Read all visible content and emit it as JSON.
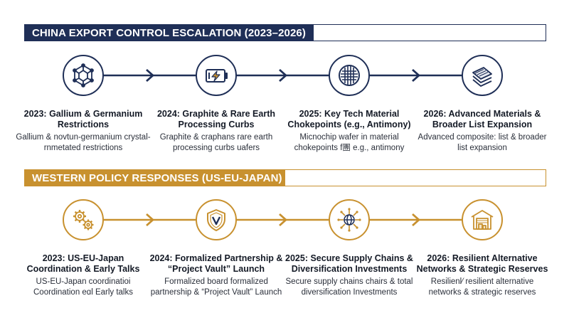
{
  "china": {
    "banner": "CHINA EXPORT CONTROL ESCALATION (2023–2026)",
    "steps": [
      {
        "title": "2023: Gallium & Germanium Restrictions",
        "desc": "Gallium & novtun-germanium crystal-rnmetated restrictions",
        "icon": "crystal-lattice-icon"
      },
      {
        "title": "2024: Graphite & Rare Earth Processing Curbs",
        "desc": "Graphite & craphans rare earth processing curbs uafers",
        "icon": "battery-icon"
      },
      {
        "title": "2025: Key Tech Material Chokepoints (e.g., Antimony)",
        "desc": "Micnochip wafer in material chokepoints f團 e.g., antimony",
        "icon": "microchip-wafer-icon"
      },
      {
        "title": "2026: Advanced Materials & Broader List Expansion",
        "desc": "Advanced composite: list & broader list expansion",
        "icon": "layered-sheets-icon"
      }
    ]
  },
  "west": {
    "banner": "WESTERN POLICY RESPONSES (US-EU-JAPAN)",
    "steps": [
      {
        "title": "2023: US-EU-Japan Coordination & Early Talks",
        "desc": "US-EU-Japan coordinatioi Coordination eɑl Early talks",
        "icon": "gears-icon"
      },
      {
        "title": "2024: Formalized Partnership & “Project Vault” Launch",
        "desc": "Formalized board formalized partnership & “Project Vault” Launch",
        "icon": "shield-icon"
      },
      {
        "title": "2025: Secure Supply Chains & Diversification Investments",
        "desc": "Secure supply chains chairs & total diversification Investments",
        "icon": "globe-network-icon"
      },
      {
        "title": "2026: Resilient Alternative Networks & Strategic Reserves",
        "desc": "Resilienl⁄ resilient alternative networks & strategic reserves",
        "icon": "warehouse-icon"
      }
    ]
  },
  "colors": {
    "navy": "#1f2f57",
    "gold": "#c8912f"
  }
}
